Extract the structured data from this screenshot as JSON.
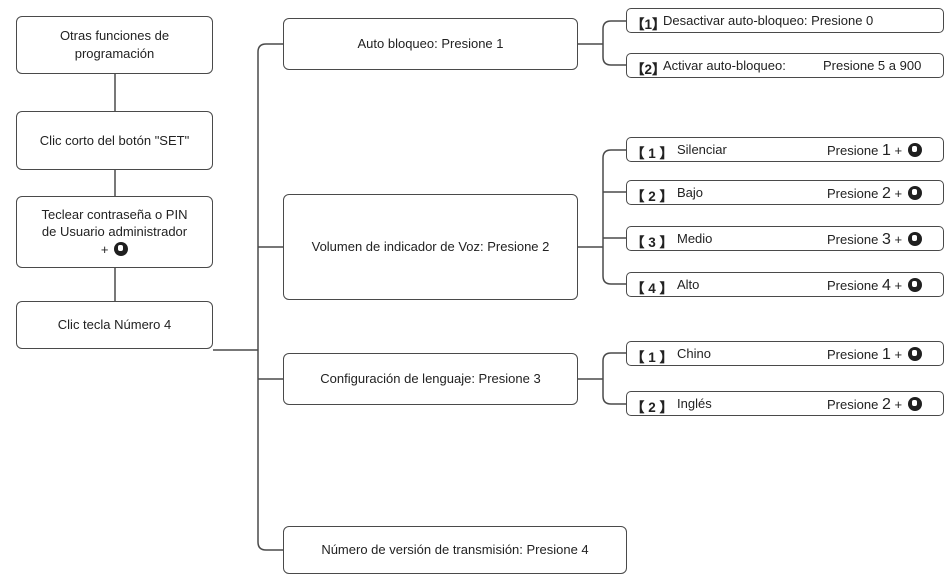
{
  "left_chain": [
    "Otras funciones de programación",
    "Clic corto del botón \"SET\"",
    "Teclear contraseña o PIN de Usuario administrador +",
    "Clic tecla Número 4"
  ],
  "menus": [
    "Auto bloqueo: Presione 1",
    "Volumen de indicador de Voz: Presione 2",
    "Configuración de lenguaje: Presione 3",
    "Número de versión de transmisión: Presione 4"
  ],
  "auto_lock": [
    {
      "code": "【1】",
      "text": "Desactivar auto-bloqueo: Presione 0"
    },
    {
      "code": "【2】",
      "text": "Activar auto-bloqueo:",
      "action": "Presione 5 a 900"
    }
  ],
  "volume": [
    {
      "code": "【 1 】",
      "text": "Silenciar",
      "press": "Presione",
      "key": "1",
      "plus": "+"
    },
    {
      "code": "【 2 】",
      "text": "Bajo",
      "press": "Presione",
      "key": "2",
      "plus": "+"
    },
    {
      "code": "【 3 】",
      "text": "Medio",
      "press": "Presione",
      "key": "3",
      "plus": "+"
    },
    {
      "code": "【 4 】",
      "text": "Alto",
      "press": "Presione",
      "key": "4",
      "plus": "+"
    }
  ],
  "language": [
    {
      "code": "【 1 】",
      "text": "Chino",
      "press": "Presione",
      "key": "1",
      "plus": "+"
    },
    {
      "code": "【 2 】",
      "text": "Inglés",
      "press": "Presione",
      "key": "2",
      "plus": "+"
    }
  ],
  "icons": {
    "confirm": "hand-press-icon"
  }
}
